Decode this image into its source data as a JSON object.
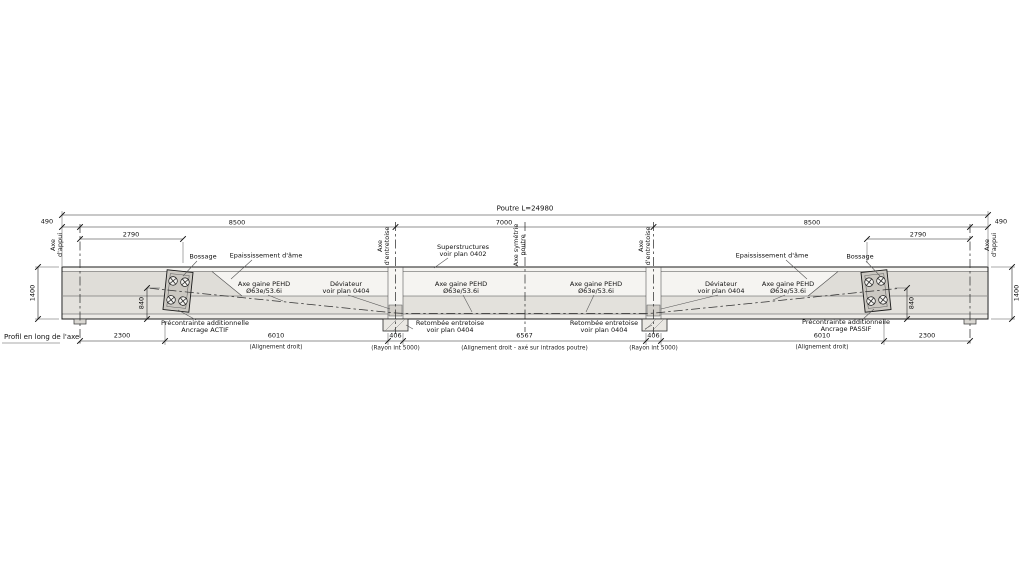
{
  "drawing": {
    "title": "Profil en long de l'axe",
    "beam_total": "Poutre L=24980"
  },
  "dims_top": {
    "d490_left": "490",
    "d8500_left": "8500",
    "d7000": "7000",
    "d8500_right": "8500",
    "d490_right": "490",
    "d2790_left": "2790",
    "d2790_right": "2790"
  },
  "dims_vertical": {
    "height_left": "1400",
    "height_right": "1400",
    "anchor_left": "840",
    "anchor_right": "840"
  },
  "dims_bottom": {
    "seg1": "2300",
    "seg2": "6010",
    "seg2_note": "(Alignement droit)",
    "seg3": "406",
    "seg3_note": "(Rayon int 5000)",
    "seg4": "6567",
    "seg4_note": "(Alignement droit - axé sur intrados poutre)",
    "seg5": "406",
    "seg5_note": "(Rayon int 5000)",
    "seg6": "6010",
    "seg6_note": "(Alignement droit)",
    "seg7": "2300"
  },
  "axes": {
    "support_left": "Axe\nd'appui",
    "support_right": "Axe\nd'appui",
    "crossbeam_left": "Axe\nd'entretoise",
    "crossbeam_right": "Axe\nd'entretoise",
    "symmetry": "Axe symétrie\npoutre"
  },
  "labels": {
    "superstructures": "Superstructures\nvoir plan 0402",
    "bossage_left": "Bossage",
    "bossage_right": "Bossage",
    "web_thickening_left": "Epaississement d'âme",
    "web_thickening_right": "Epaississement d'âme",
    "ducts": [
      "Axe gaine PEHD\nØ63e/53.6i",
      "Axe gaine PEHD\nØ63e/53.6i",
      "Axe gaine PEHD\nØ63e/53.6i",
      "Axe gaine PEHD\nØ63e/53.6i"
    ],
    "deviator_left": "Déviateur\nvoir plan 0404",
    "deviator_right": "Déviateur\nvoir plan 0404",
    "drop_left": "Retombée entretoise\nvoir plan 0404",
    "drop_right": "Retombée entretoise\nvoir plan 0404",
    "prestress_left": "Précontrainte additionnelle\nAncrage ACTIF",
    "prestress_right": "Précontrainte additionnelle\nAncrage PASSIF"
  }
}
